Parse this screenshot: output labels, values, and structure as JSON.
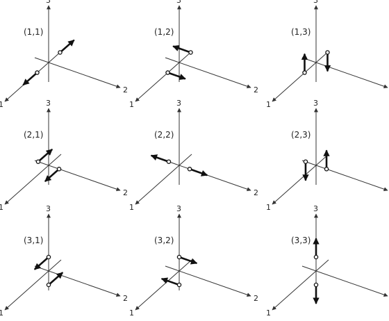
{
  "axis_labels": {
    "axis1": "1",
    "axis2": "2",
    "axis3": "3"
  },
  "panels": [
    {
      "label": "(1,1)",
      "motion": "pair along axis 1"
    },
    {
      "label": "(1,2)",
      "motion": "pair along axis 2"
    },
    {
      "label": "(1,3)",
      "motion": "pair along axis 3"
    },
    {
      "label": "(2,1)",
      "motion": "pair along axis 1"
    },
    {
      "label": "(2,2)",
      "motion": "pair along axis 2"
    },
    {
      "label": "(2,3)",
      "motion": "pair along axis 3"
    },
    {
      "label": "(3,1)",
      "motion": "pair along axis 1"
    },
    {
      "label": "(3,2)",
      "motion": "pair along axis 2"
    },
    {
      "label": "(3,3)",
      "motion": "pair along axis 3"
    }
  ]
}
